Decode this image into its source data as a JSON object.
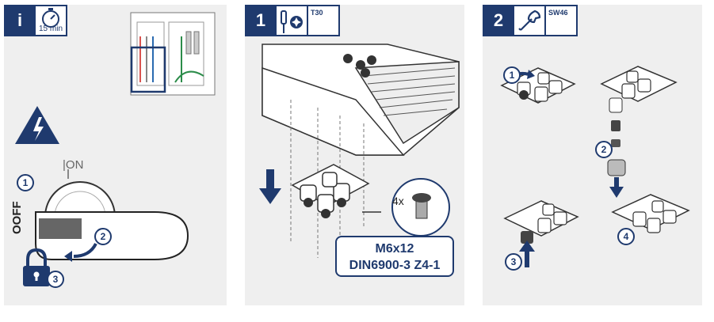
{
  "colors": {
    "brand": "#1f3a6e",
    "panel_bg": "#efefef",
    "warning": "#1f3a6e"
  },
  "panel_info": {
    "badge": "i",
    "timer_icon": "stopwatch-icon",
    "timer_label": "15 min",
    "switch_on_label": "ON",
    "switch_off_label": "OFF",
    "callouts": [
      "1",
      "2",
      "3"
    ]
  },
  "panel_step1": {
    "badge": "1",
    "tool_icon": "torx-screwdriver-icon",
    "tool_code": "T30",
    "screw_count": "4x",
    "spec_line1": "M6x12",
    "spec_line2": "DIN6900-3 Z4-1"
  },
  "panel_step2": {
    "badge": "2",
    "tool_icon": "wrench-icon",
    "tool_code": "SW46",
    "callouts": [
      "1",
      "2",
      "3",
      "4"
    ]
  }
}
